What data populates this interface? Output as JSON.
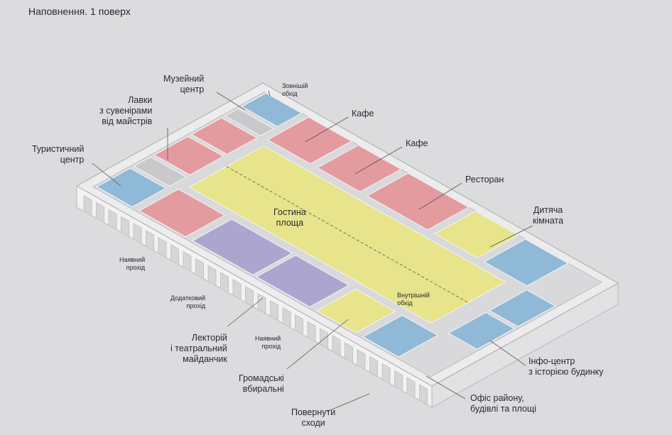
{
  "title": "Наповнення. 1 поверх",
  "labels": {
    "museum": "Музейний\nцентр",
    "outer_walk": "Зовнішій\nобхід",
    "souvenirs": "Лавки\nз сувенірами\nвід майстрів",
    "cafe1": "Кафе",
    "cafe2": "Кафе",
    "tourist": "Туристичний\nцентр",
    "restaurant": "Ресторан",
    "gostyna": "Гостина\nплоща",
    "kids": "Дитяча\nкімната",
    "exist_pass1": "Наявний\nпрохід",
    "add_pass": "Додатковий\nпрохід",
    "inner_walk": "Внутрішній\nобхід",
    "lecture": "Лекторій\nі театральний\nмайданчик",
    "exist_pass2": "Наявний\nпрохід",
    "info": "Інфо-центр\nз історією будинку",
    "toilets": "Громадські\nвбиральні",
    "office": "Офіс району,\nбудівлі та площі",
    "stairs": "Повернути\nсходи"
  },
  "colors": {
    "blue": "#8fb9d6",
    "pink": "#e49ba0",
    "yellow": "#e7e48c",
    "lilac": "#aca5cf",
    "grey": "#c9c9cc",
    "building": "#ececee"
  }
}
